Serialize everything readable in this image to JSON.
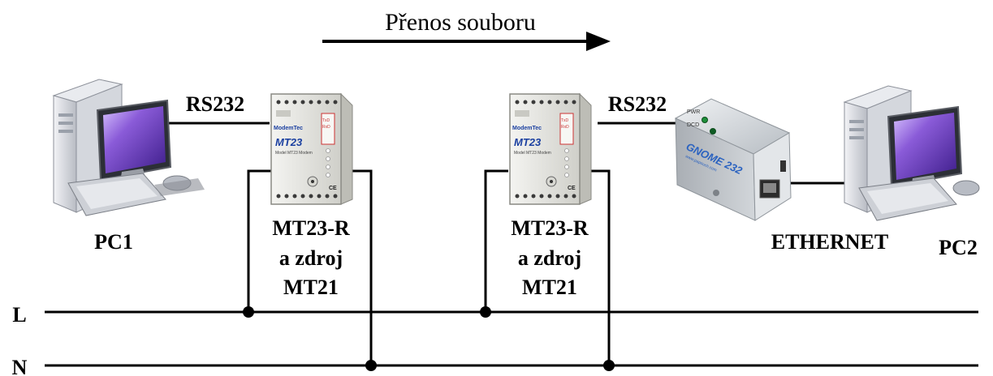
{
  "title": "Přenos souboru",
  "rs232_left": "RS232",
  "rs232_right": "RS232",
  "pc1": "PC1",
  "pc2": "PC2",
  "module_left": [
    "MT23-R",
    "a zdroj",
    "MT21"
  ],
  "module_right": [
    "MT23-R",
    "a zdroj",
    "MT21"
  ],
  "ethernet": "ETHERNET",
  "line_l": "L",
  "line_n": "N",
  "device_text": {
    "mt_brand": "ModemTec",
    "mt_model": "MT23",
    "mt_sub": "Model MT23 Modem",
    "mt_tx": "TxD",
    "mt_rx": "RxD",
    "gnome_name": "GNOME 232",
    "gnome_url": "www.papouch.com",
    "gnome_pwr": "PWR",
    "gnome_dcd": "DCD",
    "ce": "CE"
  },
  "colors": {
    "line": "#000000",
    "screen": "#7b4fc8",
    "module_body": "#e4e4df",
    "module_logo": "#1a3fa0",
    "gnome_body": "#c9ced3",
    "gnome_logo": "#2a62c0",
    "led": "#1e8f3a"
  }
}
